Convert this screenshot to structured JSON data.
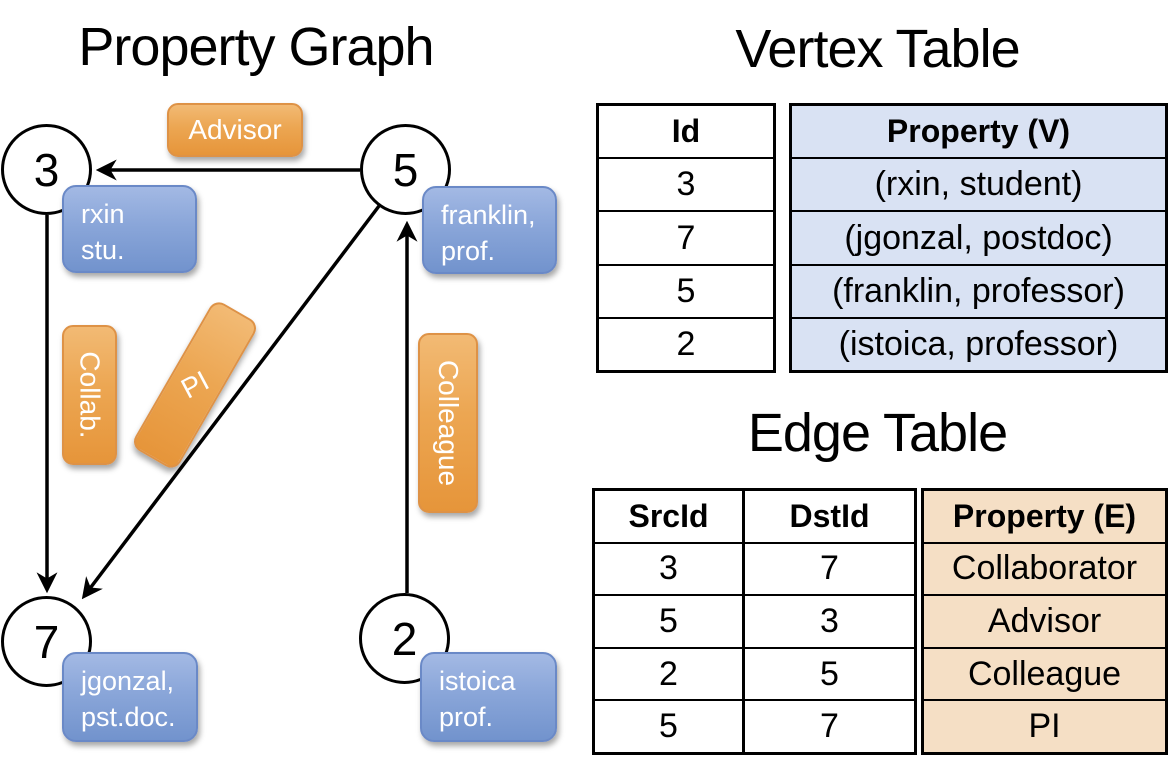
{
  "graph_panel": {
    "title": "Property Graph",
    "nodes": [
      {
        "id": "3",
        "property_lines": [
          "rxin",
          "stu."
        ]
      },
      {
        "id": "5",
        "property_lines": [
          "franklin,",
          "prof."
        ]
      },
      {
        "id": "7",
        "property_lines": [
          "jgonzal,",
          "pst.doc."
        ]
      },
      {
        "id": "2",
        "property_lines": [
          "istoica",
          "prof."
        ]
      }
    ],
    "edge_labels": {
      "advisor": "Advisor",
      "collab": "Collab.",
      "pi": "PI",
      "colleague": "Colleague"
    },
    "edges": [
      {
        "src": "5",
        "dst": "3",
        "label": "Advisor"
      },
      {
        "src": "3",
        "dst": "7",
        "label": "Collab."
      },
      {
        "src": "5",
        "dst": "7",
        "label": "PI"
      },
      {
        "src": "2",
        "dst": "5",
        "label": "Colleague"
      }
    ]
  },
  "vertex_table": {
    "title": "Vertex Table",
    "headers": {
      "id": "Id",
      "property": "Property (V)"
    },
    "rows": [
      {
        "id": "3",
        "property": "(rxin, student)"
      },
      {
        "id": "7",
        "property": "(jgonzal, postdoc)"
      },
      {
        "id": "5",
        "property": "(franklin, professor)"
      },
      {
        "id": "2",
        "property": "(istoica, professor)"
      }
    ]
  },
  "edge_table": {
    "title": "Edge Table",
    "headers": {
      "src": "SrcId",
      "dst": "DstId",
      "property": "Property (E)"
    },
    "rows": [
      {
        "src": "3",
        "dst": "7",
        "property": "Collaborator"
      },
      {
        "src": "5",
        "dst": "3",
        "property": "Advisor"
      },
      {
        "src": "2",
        "dst": "5",
        "property": "Colleague"
      },
      {
        "src": "5",
        "dst": "7",
        "property": "PI"
      }
    ]
  },
  "colors": {
    "edge_label_orange": "#eca652",
    "vertex_box_blue": "#7e9cd3",
    "vertex_table_fill": "#d9e2f3",
    "edge_table_fill": "#f5dfc5",
    "line_black": "#000000"
  }
}
